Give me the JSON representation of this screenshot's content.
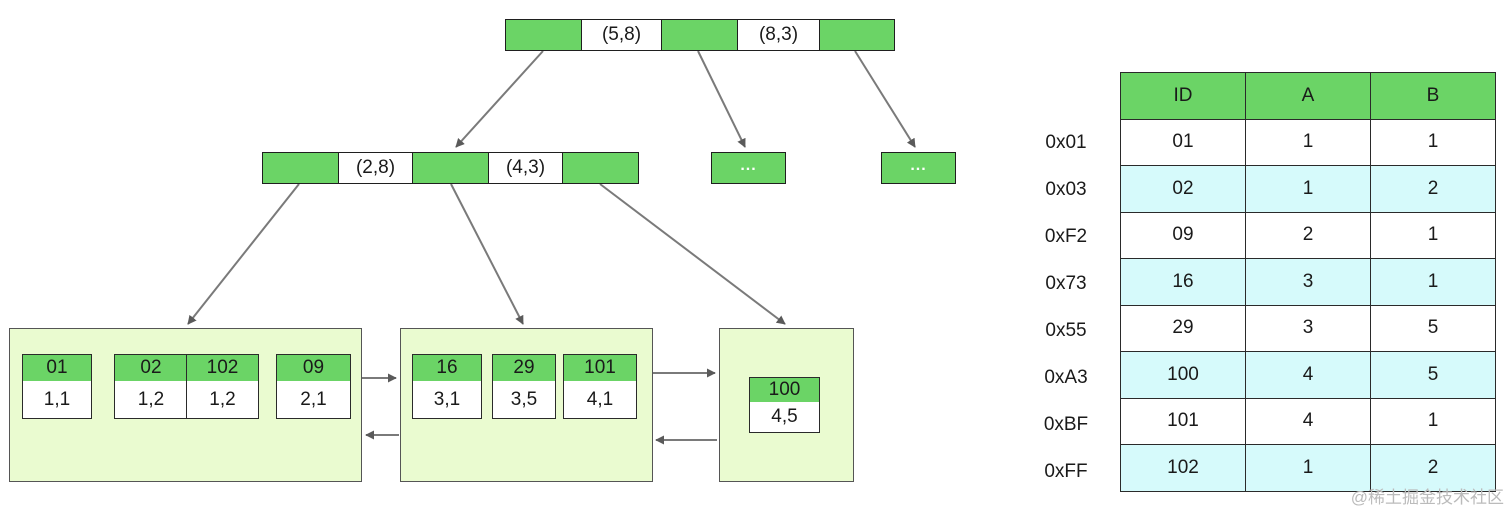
{
  "root_node": {
    "keys": [
      "(5,8)",
      "(8,3)"
    ]
  },
  "internal_node": {
    "keys": [
      "(2,8)",
      "(4,3)"
    ]
  },
  "collapsed_nodes": [
    "...",
    "..."
  ],
  "leaves": [
    {
      "records": [
        {
          "key": "01",
          "value": "1,1"
        },
        {
          "key": "02",
          "value": "1,2"
        },
        {
          "key": "102",
          "value": "1,2"
        },
        {
          "key": "09",
          "value": "2,1"
        }
      ]
    },
    {
      "records": [
        {
          "key": "16",
          "value": "3,1"
        },
        {
          "key": "29",
          "value": "3,5"
        },
        {
          "key": "101",
          "value": "4,1"
        }
      ]
    },
    {
      "records": [
        {
          "key": "100",
          "value": "4,5"
        }
      ]
    }
  ],
  "table": {
    "headers": [
      "ID",
      "A",
      "B"
    ],
    "rows": [
      {
        "addr": "0x01",
        "cells": [
          "01",
          "1",
          "1"
        ]
      },
      {
        "addr": "0x03",
        "cells": [
          "02",
          "1",
          "2"
        ]
      },
      {
        "addr": "0xF2",
        "cells": [
          "09",
          "2",
          "1"
        ]
      },
      {
        "addr": "0x73",
        "cells": [
          "16",
          "3",
          "1"
        ]
      },
      {
        "addr": "0x55",
        "cells": [
          "29",
          "3",
          "5"
        ]
      },
      {
        "addr": "0xA3",
        "cells": [
          "100",
          "4",
          "5"
        ]
      },
      {
        "addr": "0xBF",
        "cells": [
          "101",
          "4",
          "1"
        ]
      },
      {
        "addr": "0xFF",
        "cells": [
          "102",
          "1",
          "2"
        ]
      }
    ]
  },
  "watermark": "@稀土掘金技术社区",
  "colors": {
    "key_green": "#6bd466",
    "leaf_fill": "#eafbd0",
    "row_highlight": "#d6fafb",
    "arrow": "#6e6e6e"
  }
}
